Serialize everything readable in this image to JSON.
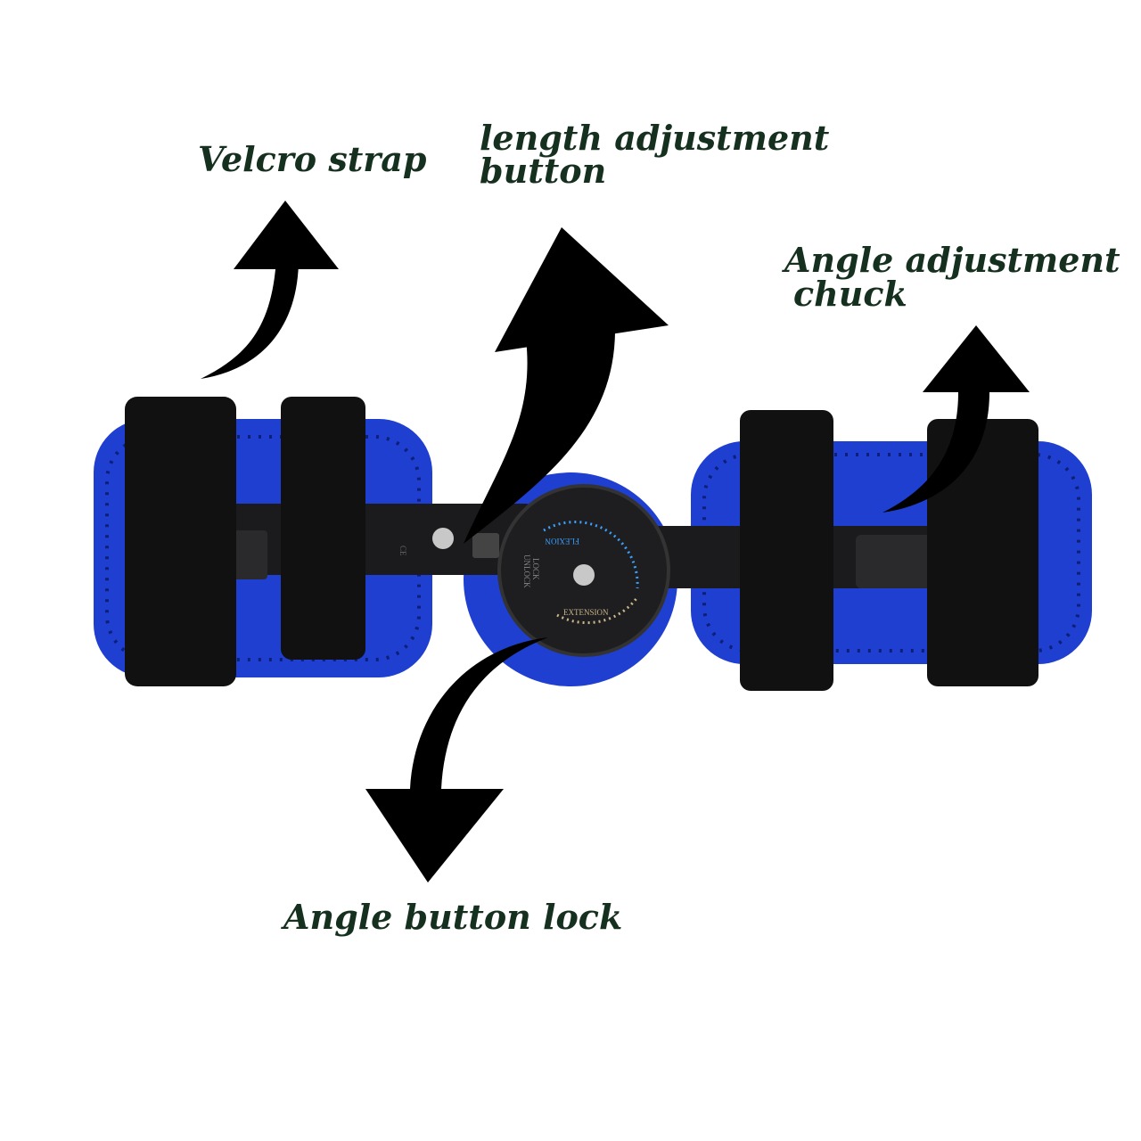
{
  "labels": {
    "velcro_strap": "Velcro strap",
    "length_adjustment_line1": "length adjustment",
    "length_adjustment_line2": "button",
    "angle_chuck_line1": "Angle adjustment",
    "angle_chuck_line2": "chuck",
    "angle_lock": "Angle button lock"
  },
  "hinge_markings": {
    "flexion": "FLEXION",
    "extension": "EXTENSION",
    "lock": "LOCK",
    "unlock": "UNLOCK",
    "ce": "CE"
  },
  "colors": {
    "padding_blue": "#1f3fd0",
    "strap_black": "#111111",
    "label_text": "#16301f"
  }
}
